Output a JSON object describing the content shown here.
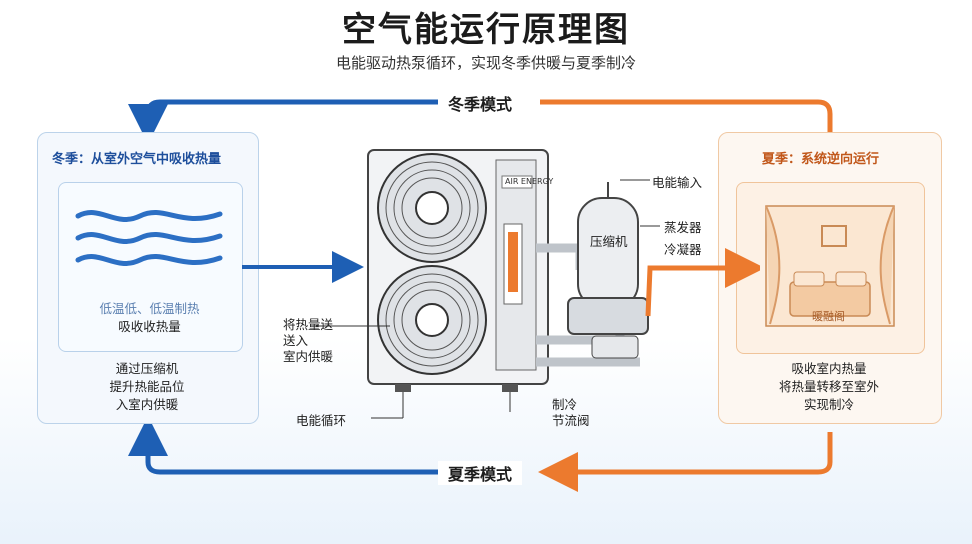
{
  "header": {
    "title": "空气能运行原理图",
    "subtitle": "电能驱动热泵循环，实现冬季供暖与夏季制冷"
  },
  "modes": {
    "top_label": "冬季模式",
    "bottom_label": "夏季模式"
  },
  "winter_panel": {
    "title": "冬季：从室外空气中吸收热量",
    "inner_text_1": "低温低、低温制热",
    "inner_text_2": "吸收收热量",
    "caption": [
      "通过压缩机",
      "提升热能品位",
      "入室内供暖"
    ]
  },
  "summer_panel": {
    "title": "夏季：系统逆向运行",
    "room_label": "暖融阁",
    "caption": [
      "吸收室内热量",
      "将热量转移至室外",
      "实现制冷"
    ]
  },
  "unit": {
    "badge": "AIR ENERGY",
    "compressor_label": "压缩机",
    "callouts": {
      "power_input": "电能输入",
      "evaporator": "蒸发器",
      "condenser": "冷凝器",
      "heat_transfer": [
        "将热量送",
        "送入",
        "室内供暖"
      ],
      "power_cycle": "电能循环",
      "throttle": [
        "制冷",
        "节流阀"
      ]
    }
  },
  "colors": {
    "winter_blue": "#1e5fb4",
    "summer_orange": "#ec7a2e",
    "unit_body": "#f2f3f5"
  }
}
